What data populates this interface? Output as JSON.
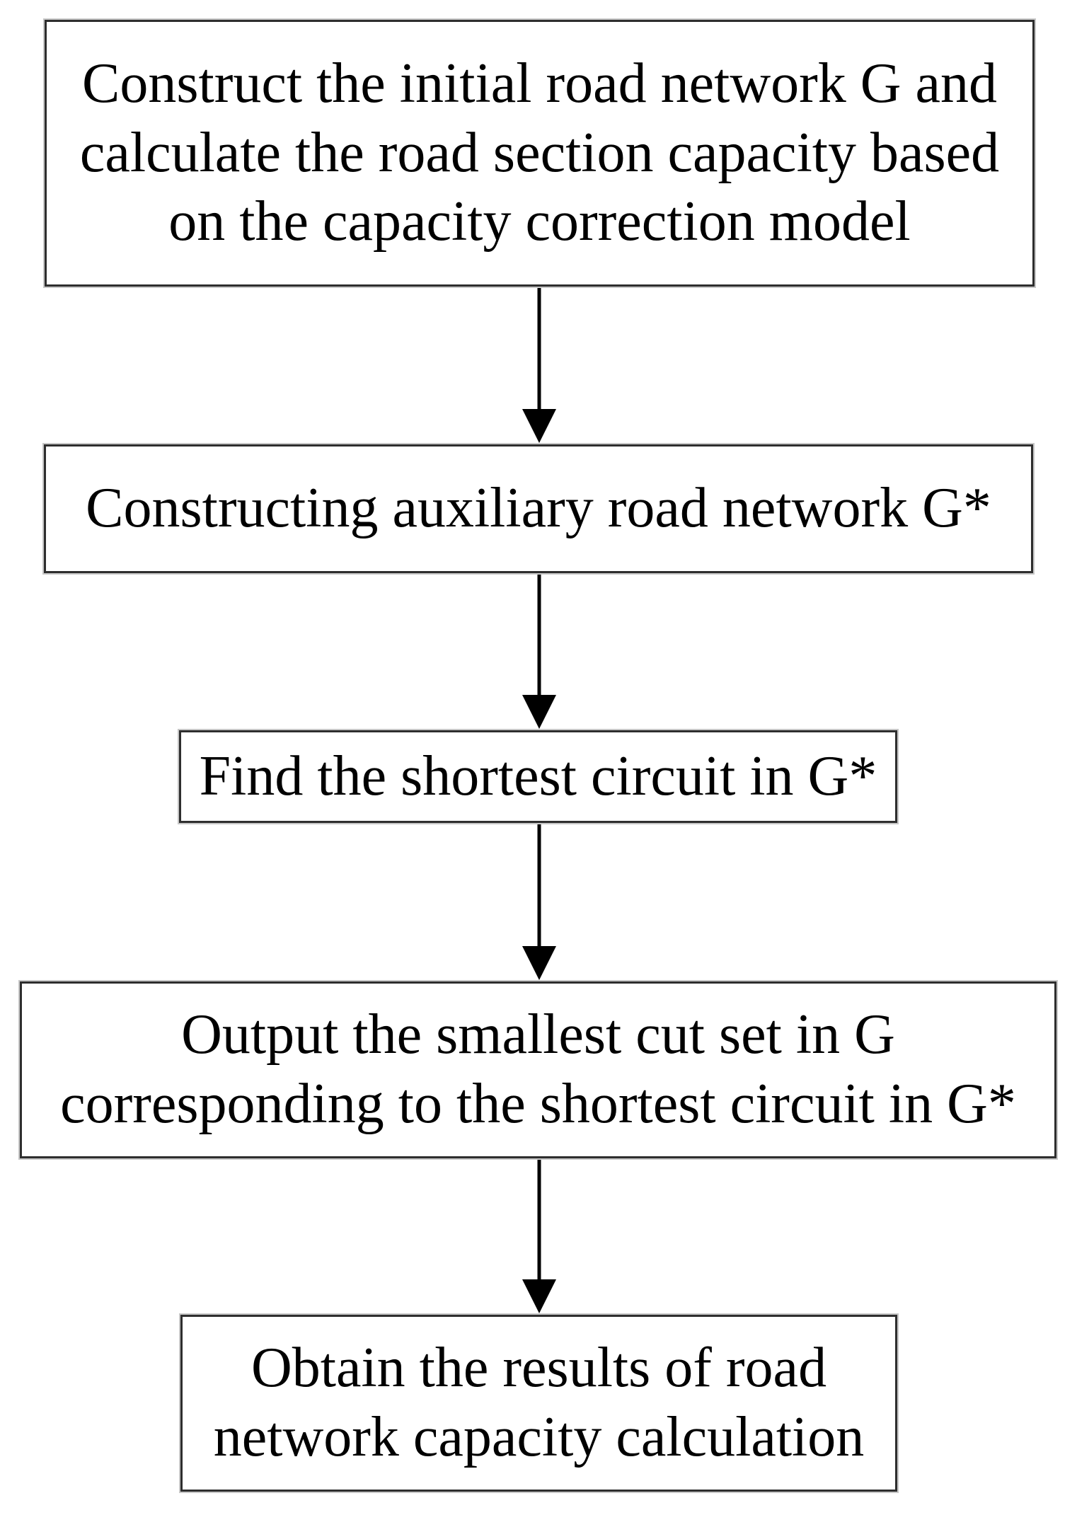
{
  "diagram": {
    "title": "Road network capacity calculation flowchart",
    "type": "flowchart",
    "colors": {
      "background": "#ffffff",
      "box_fill": "#ffffff",
      "box_border": "#2e2e2e",
      "text": "#000000",
      "arrow": "#000000"
    },
    "boxes": [
      {
        "id": "step-1",
        "text": "Construct the initial road network G and calculate the road section capacity based on the capacity correction model",
        "lines": [
          "Construct the initial road network G and",
          "calculate the road section capacity based",
          "on the capacity correction model"
        ]
      },
      {
        "id": "step-2",
        "text": "Constructing auxiliary road network G*",
        "lines": [
          "Constructing auxiliary road network G*"
        ]
      },
      {
        "id": "step-3",
        "text": "Find the shortest circuit in G*",
        "lines": [
          "Find the shortest circuit in G*"
        ]
      },
      {
        "id": "step-4",
        "text": "Output the smallest cut set in G corresponding to the shortest circuit in G*",
        "lines": [
          "Output the smallest cut set in G",
          "corresponding to the shortest circuit in G*"
        ]
      },
      {
        "id": "step-5",
        "text": "Obtain the results of road network capacity calculation",
        "lines": [
          "Obtain the results of road",
          "network capacity calculation"
        ]
      }
    ],
    "connectors": [
      {
        "from": "step-1",
        "to": "step-2",
        "style": "vertical-arrow-down"
      },
      {
        "from": "step-2",
        "to": "step-3",
        "style": "vertical-arrow-down"
      },
      {
        "from": "step-3",
        "to": "step-4",
        "style": "vertical-arrow-down"
      },
      {
        "from": "step-4",
        "to": "step-5",
        "style": "vertical-arrow-down"
      }
    ]
  }
}
